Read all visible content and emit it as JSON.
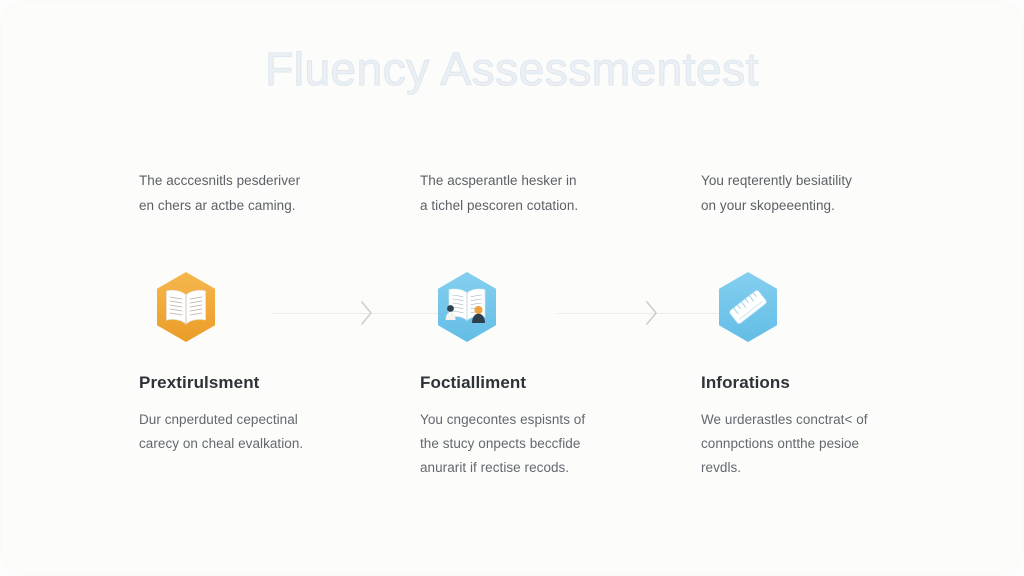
{
  "page": {
    "title": "Fluency Assessmentest",
    "background_color": "#fdfdfd",
    "card_color": "#fcfcfb",
    "title_outline_color": "#dfe7ef"
  },
  "connectors": [
    {
      "name": "connector-1",
      "icon": "chevron-right-icon",
      "color": "#cfcfcf"
    },
    {
      "name": "connector-2",
      "icon": "chevron-right-icon",
      "color": "#cfcfcf"
    }
  ],
  "columns": [
    {
      "id": "column-1",
      "blurb": {
        "line1": "The acccesnitls pesderiver",
        "line2": "en chers ar actbe caming."
      },
      "icon": {
        "name": "open-book-icon",
        "hex_color": "#f2a93b",
        "hex_color_dark": "#eb9c27",
        "glyph_color": "#ffffff"
      },
      "heading": "Prextirulsment",
      "body": {
        "line1": "Dur cnperduted cepectinal",
        "line2": "carecy on cheal evalkation.",
        "line3": ""
      }
    },
    {
      "id": "column-2",
      "blurb": {
        "line1": "The acsperantle hesker in",
        "line2": "a tichel pescoren cotation."
      },
      "icon": {
        "name": "book-with-readers-icon",
        "hex_color": "#78c7ea",
        "hex_color_dark": "#63bde6",
        "glyph_color": "#ffffff"
      },
      "heading": "Foctialliment",
      "body": {
        "line1": "You cngecontes espisnts of",
        "line2": "the stucy onpects beccfide",
        "line3": "anurarit if rectise recods."
      }
    },
    {
      "id": "column-3",
      "blurb": {
        "line1": "You reqterently besiatility",
        "line2": "on your skopeeenting."
      },
      "icon": {
        "name": "ruler-icon",
        "hex_color": "#78c7ea",
        "hex_color_dark": "#63bde6",
        "glyph_color": "#ffffff"
      },
      "heading": "Inforations",
      "body": {
        "line1": "We urderastles conctrat< of",
        "line2": "connpctions ontthe pesioe",
        "line3": "revdls."
      }
    }
  ]
}
